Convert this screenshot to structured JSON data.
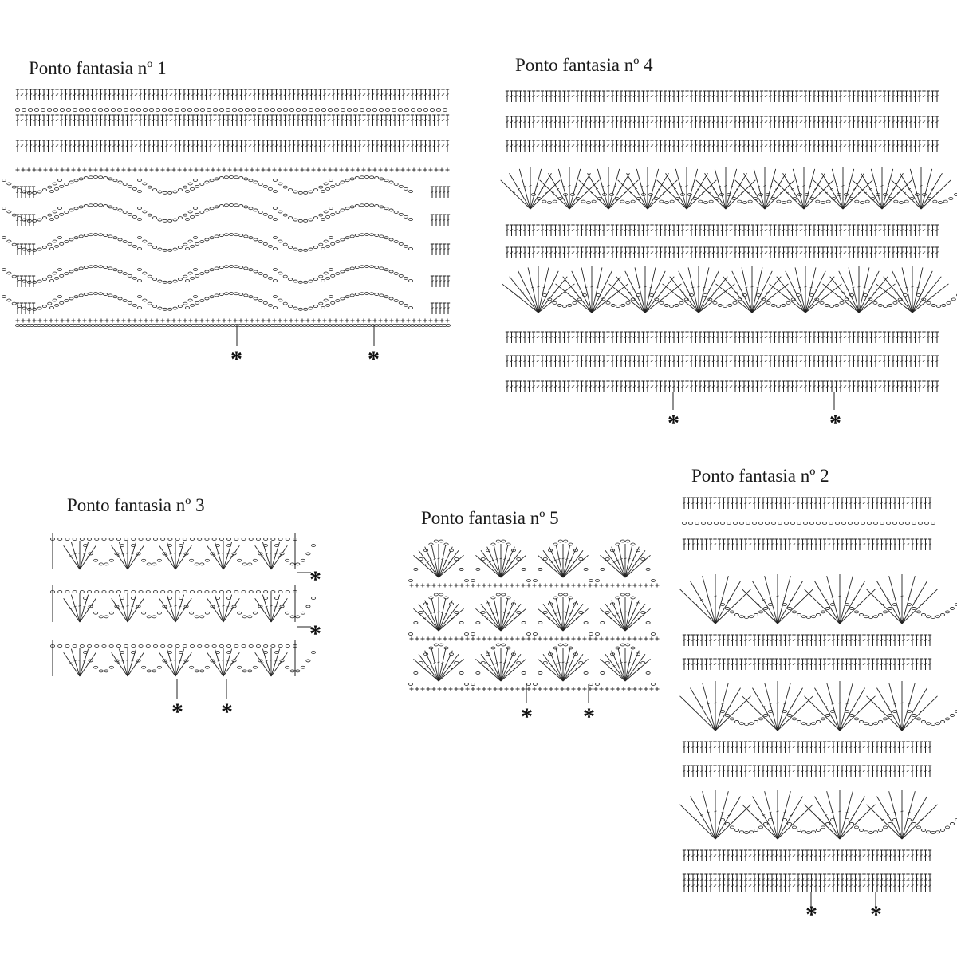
{
  "diagrams": [
    {
      "id": "p1",
      "title": "Ponto fantasia nº 1",
      "marker": "*"
    },
    {
      "id": "p4",
      "title": "Ponto fantasia nº 4",
      "marker": "*"
    },
    {
      "id": "p3",
      "title": "Ponto fantasia nº 3",
      "marker": "*"
    },
    {
      "id": "p5",
      "title": "Ponto fantasia nº 5",
      "marker": "*"
    },
    {
      "id": "p2",
      "title": "Ponto fantasia nº 2",
      "marker": "*"
    }
  ]
}
